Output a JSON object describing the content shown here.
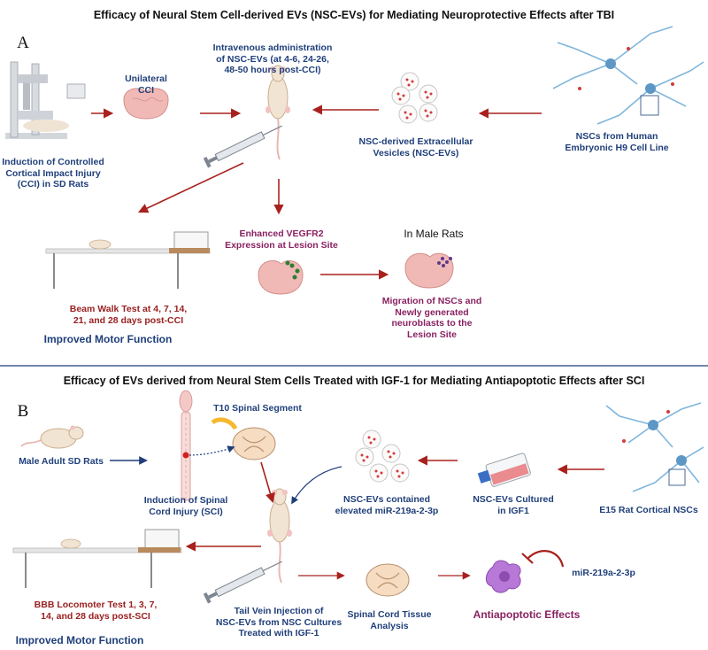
{
  "panel_a": {
    "title": "Efficacy of Neural Stem Cell-derived EVs (NSC-EVs) for Mediating Neuroprotective Effects after TBI",
    "letter": "A",
    "cci_label": "Induction of Controlled\nCortical Impact Injury\n(CCI) in SD Rats",
    "unilateral_cci": "Unilateral\nCCI",
    "iv_admin": "Intravenous administration\nof NSC-EVs (at 4-6, 24-26,\n48-50 hours post-CCI)",
    "evs_label": "NSC-derived Extracellular\nVesicles (NSC-EVs)",
    "nscs_label": "NSCs from Human\nEmbryonic H9 Cell Line",
    "vegfr2": "Enhanced VEGFR2\nExpression at Lesion Site",
    "male_rats": "In Male Rats",
    "migration": "Migration of NSCs and\nNewly generated\nneuroblasts to the\nLesion Site",
    "beam_walk": "Beam Walk Test at 4, 7, 14,\n21, and 28 days post-CCI",
    "motor": "Improved Motor Function"
  },
  "panel_b": {
    "title": "Efficacy of EVs derived from Neural Stem Cells Treated with IGF-1 for Mediating Antiapoptotic Effects after SCI",
    "letter": "B",
    "t10": "T10 Spinal Segment",
    "male_rats": "Male Adult SD  Rats",
    "sci": "Induction of Spinal\nCord Injury (SCI)",
    "evs_contained": "NSC-EVs contained\nelevated miR-219a-2-3p",
    "cultured": "NSC-EVs Cultured\nin IGF1",
    "e15": "E15 Rat Cortical NSCs",
    "bbb": "BBB Locomoter Test 1, 3, 7,\n14, and 28 days post-SCI",
    "tail_vein": "Tail Vein Injection of\nNSC-EVs from NSC Cultures\nTreated with IGF-1",
    "tissue": "Spinal Cord Tissue\nAnalysis",
    "antiapoptotic": "Antiapoptotic Effects",
    "mir": "miR-219a-2-3p",
    "motor": "Improved Motor Function"
  },
  "colors": {
    "arrow": "#a8211d",
    "blue_text": "#1f3f7a",
    "purple_text": "#8a2262",
    "brain": "#f0b9b6",
    "neuron": "#7fb6dd",
    "divider": "#1f3f7a"
  }
}
